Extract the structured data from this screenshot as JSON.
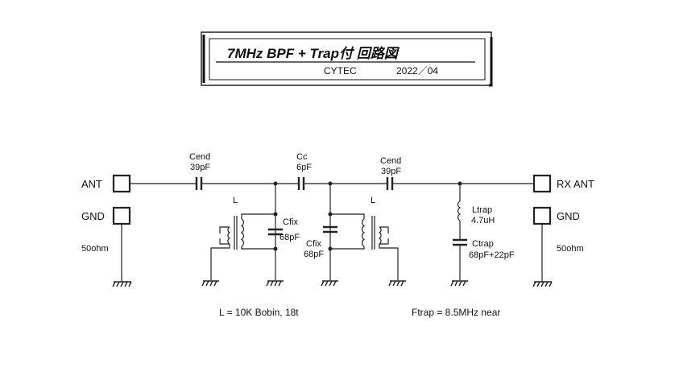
{
  "title": {
    "main": "7MHz  BPF   +   Trap付  回路図",
    "author": "CYTEC",
    "date": "2022／04"
  },
  "ports": {
    "ant": "ANT",
    "gnd_left": "GND",
    "imp_left": "50ohm",
    "rx_ant": "RX ANT",
    "gnd_right": "GND",
    "imp_right": "50ohm"
  },
  "components": {
    "cend1_name": "Cend",
    "cend1_value": "39pF",
    "cc_name": "Cc",
    "cc_value": "6pF",
    "cend2_name": "Cend",
    "cend2_value": "39pF",
    "l1_name": "L",
    "cfix1_name": "Cfix",
    "cfix1_value": "68pF",
    "l2_name": "L",
    "cfix2_name": "Cfix",
    "cfix2_value": "68pF",
    "ltrap_name": "Ltrap",
    "ltrap_value": "4.7uH",
    "ctrap_name": "Ctrap",
    "ctrap_value": "68pF+22pF"
  },
  "notes": {
    "coil": "L = 10K Bobin,  18t",
    "trap": "Ftrap = 8.5MHz  near"
  }
}
